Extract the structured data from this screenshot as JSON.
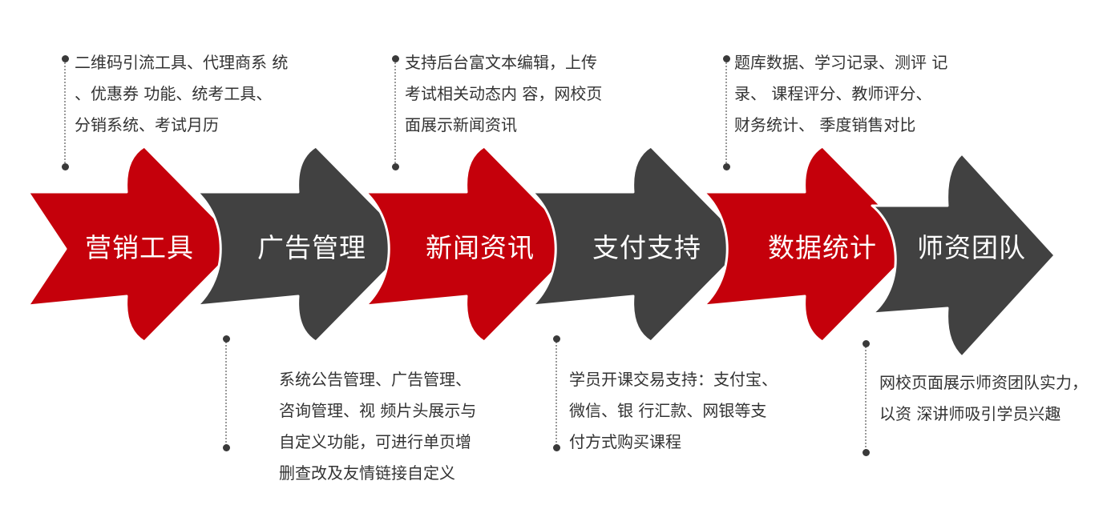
{
  "colors": {
    "red": "#c5000b",
    "dark": "#414141",
    "text": "#333333"
  },
  "stages": [
    {
      "label": "营销工具",
      "color": "red",
      "desc": [
        "二维码引流工具、代理商系 统",
        "、优惠券 功能、统考工具、",
        "分销系统、考试月历"
      ]
    },
    {
      "label": "广告管理",
      "color": "dark",
      "desc": [
        "系统公告管理、广告管理、",
        "咨询管理、视 频片头展示与",
        "自定义功能，可进行单页增",
        "删查改及友情链接自定义"
      ]
    },
    {
      "label": "新闻资讯",
      "color": "red",
      "desc": [
        "支持后台富文本编辑，上传",
        "考试相关动态内 容，网校页",
        "面展示新闻资讯"
      ]
    },
    {
      "label": "支付支持",
      "color": "dark",
      "desc": [
        "学员开课交易支持：支付宝、",
        "微信、银 行汇款、网银等支",
        "付方式购买课程"
      ]
    },
    {
      "label": "数据统计",
      "color": "red",
      "desc": [
        "题库数据、学习记录、测评 记",
        "录、 课程评分、教师评分、",
        "财务统计、 季度销售对比"
      ]
    },
    {
      "label": "师资团队",
      "color": "dark",
      "desc": [
        "网校页面展示师资团队实力，",
        "以资 深讲师吸引学员兴趣"
      ]
    }
  ]
}
